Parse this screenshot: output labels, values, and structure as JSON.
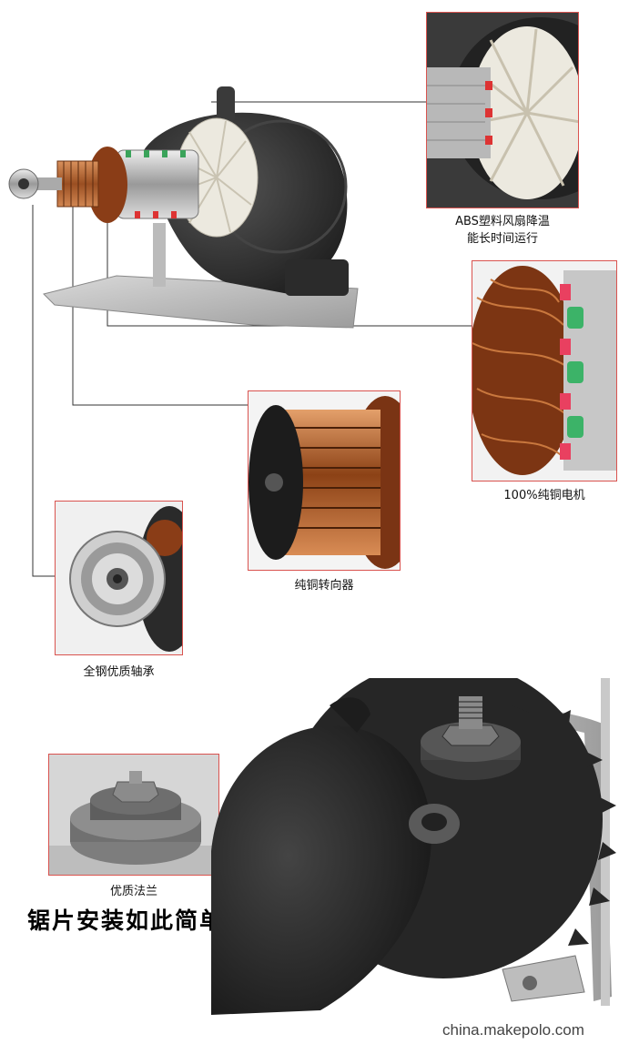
{
  "captions": {
    "fan": [
      "ABS塑料风扇降温",
      "能长时间运行"
    ],
    "motor": "100%纯铜电机",
    "commutator": "纯铜转向器",
    "bearing": "全钢优质轴承",
    "flange": "优质法兰"
  },
  "headline": "锯片安装如此简单",
  "watermark": "china.makepolo.com",
  "colors": {
    "frame_border": "#d9534f",
    "copper": "#b8652f",
    "dark_housing": "#2e2e2e",
    "fan_white": "#ece9df",
    "leader_line": "#333333"
  }
}
